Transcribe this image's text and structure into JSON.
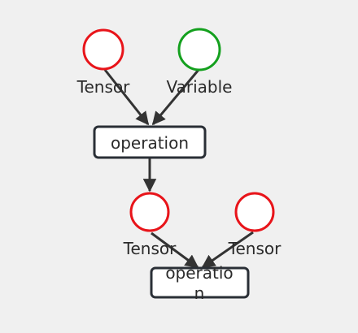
{
  "colors": {
    "background": "#f0f0f0",
    "tensor_stroke": "#e8141a",
    "variable_stroke": "#14a01e",
    "edge": "#333333",
    "box_stroke": "#2a2f36"
  },
  "nodes": {
    "top_tensor": {
      "label": "Tensor",
      "kind": "tensor"
    },
    "top_variable": {
      "label": "Variable",
      "kind": "variable"
    },
    "op1": {
      "label": "operation"
    },
    "mid_tensor_left": {
      "label": "Tensor",
      "kind": "tensor"
    },
    "mid_tensor_right": {
      "label": "Tensor",
      "kind": "tensor"
    },
    "op2": {
      "label_line1": "operatio",
      "label_line2": "n"
    }
  },
  "edges": [
    {
      "from": "top_tensor",
      "to": "op1"
    },
    {
      "from": "top_variable",
      "to": "op1"
    },
    {
      "from": "op1",
      "to": "mid_tensor_left"
    },
    {
      "from": "mid_tensor_left",
      "to": "op2"
    },
    {
      "from": "mid_tensor_right",
      "to": "op2"
    }
  ]
}
